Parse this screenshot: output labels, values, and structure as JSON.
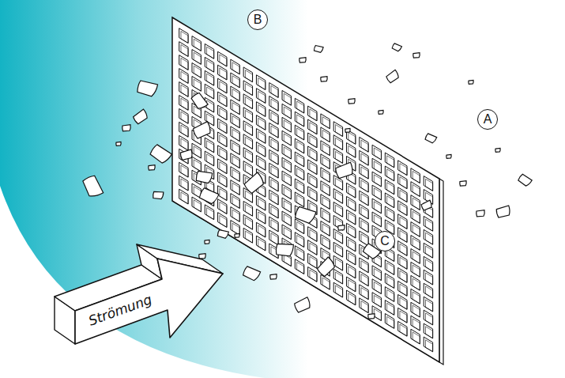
{
  "diagram": {
    "nodes": [
      {
        "text": [
          "B"
        ]
      },
      {
        "text": [
          "A"
        ]
      },
      {
        "text": [
          "C"
        ]
      },
      {
        "text": [
          "Strömung"
        ]
      }
    ]
  }
}
